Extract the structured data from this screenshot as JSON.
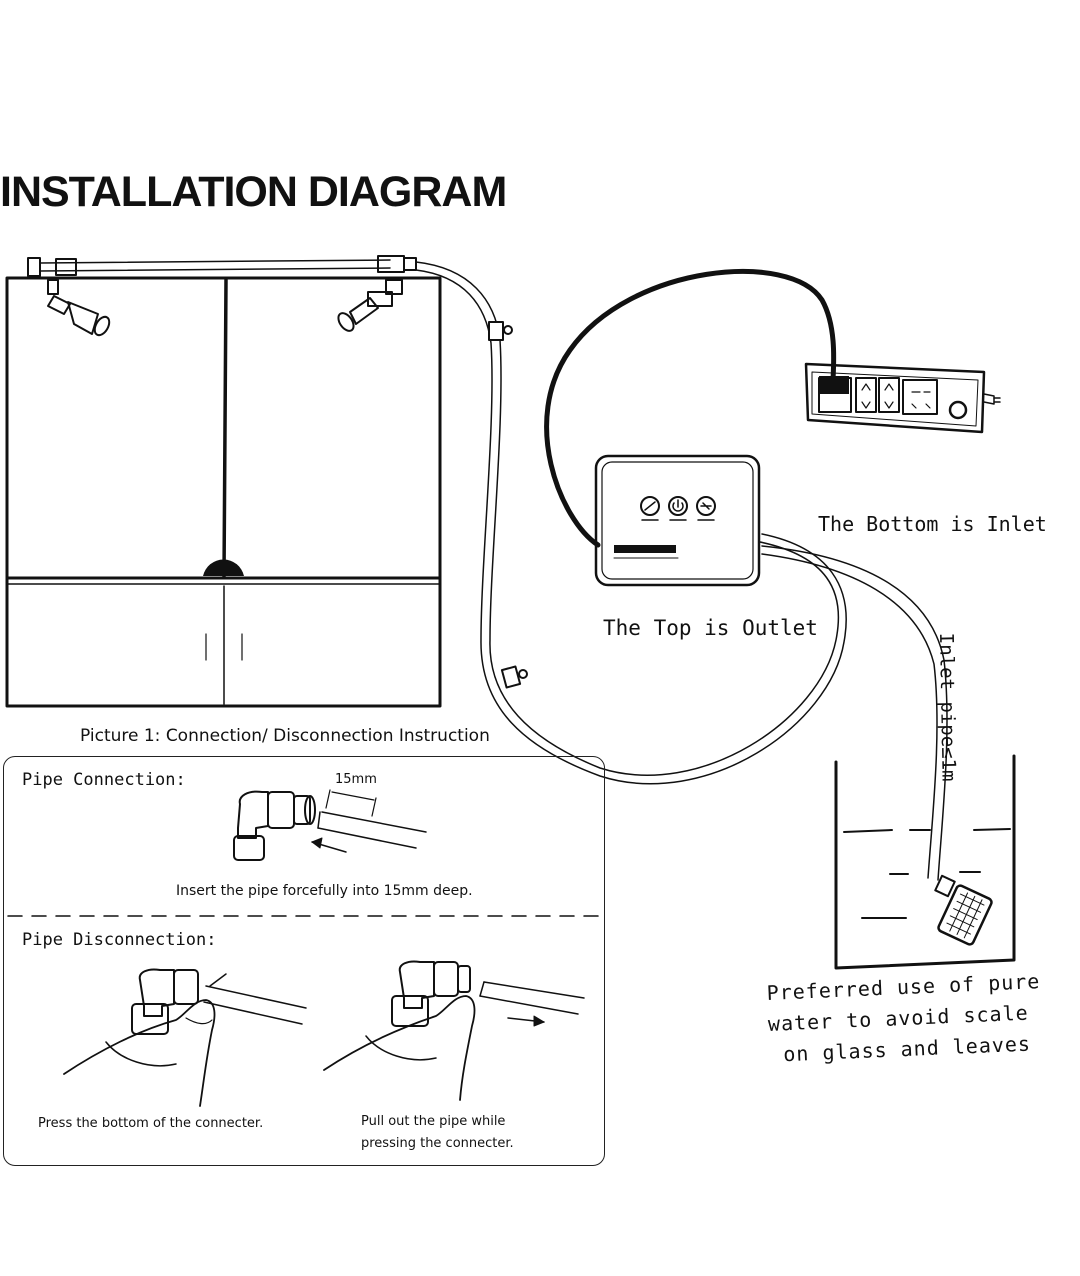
{
  "title": "INSTALLATION DIAGRAM",
  "labels": {
    "top_outlet": "The Top is Outlet",
    "bottom_inlet": "The Bottom is Inlet",
    "inlet_pipe": "Inlet pipe≤1m",
    "preferred_line1": "Preferred use of pure",
    "preferred_line2": "water to avoid scale",
    "preferred_line3": "on glass and leaves",
    "picture1": "Picture 1: Connection/ Disconnection Instruction"
  },
  "instructions": {
    "pipe_connection": "Pipe Connection:",
    "depth_mark": "15mm",
    "insert_text": "Insert the pipe forcefully into 15mm deep.",
    "pipe_disconnection": "Pipe Disconnection:",
    "press_text": "Press the bottom of the connecter.",
    "pull_text_line1": "Pull out the pipe while",
    "pull_text_line2": "pressing the connecter."
  },
  "icons": {
    "controller_icons": [
      "spray-icon",
      "power-icon",
      "mist-icon"
    ],
    "socket_icons": [
      "plug-socket-icon",
      "socket-up-down-icon",
      "socket-up-down-icon",
      "three-pin-socket-icon"
    ]
  }
}
